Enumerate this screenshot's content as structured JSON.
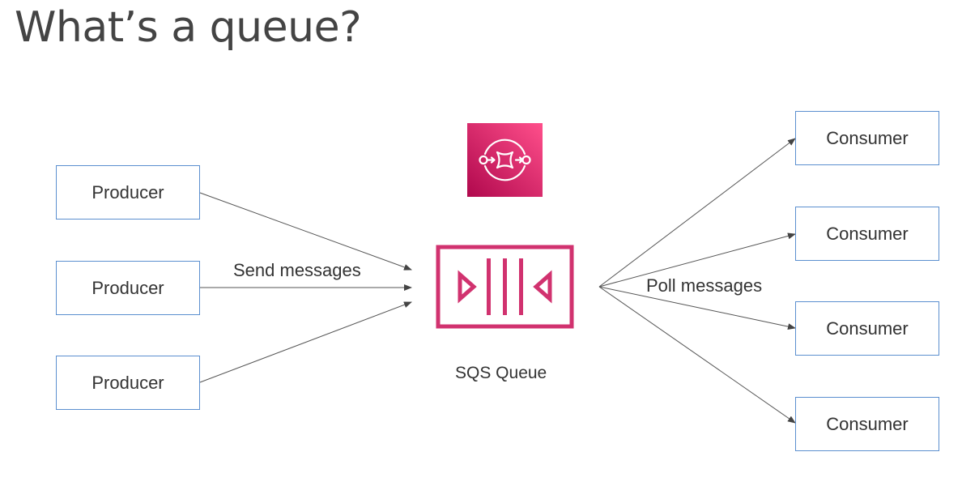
{
  "title": "What’s a queue?",
  "producers": [
    "Producer",
    "Producer",
    "Producer"
  ],
  "consumers": [
    "Consumer",
    "Consumer",
    "Consumer",
    "Consumer"
  ],
  "send_label": "Send messages",
  "poll_label": "Poll messages",
  "queue_label": "SQS Queue",
  "icons": {
    "service": "sqs-service-icon",
    "queue": "sqs-queue-icon"
  },
  "colors": {
    "accent": "#d1326f",
    "accent_light": "#ef4f7f",
    "box_border": "#5b8fcf",
    "arrow": "#444444"
  }
}
